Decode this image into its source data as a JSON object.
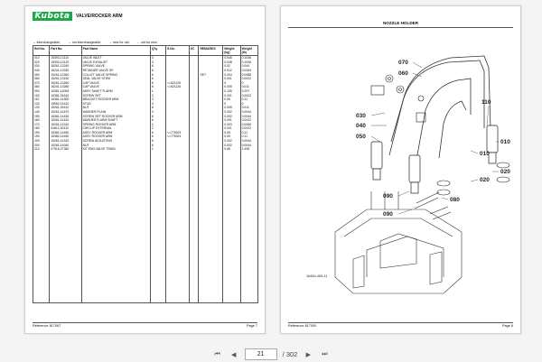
{
  "left_page": {
    "logo": "Kubota",
    "title": "VALVE/ROCKER ARM",
    "legend": [
      "↔ interchangeable,",
      "→ not interchangeable,",
      "→ new for old,",
      "← old for new"
    ],
    "headers": [
      "Ref.No.",
      "Part No.",
      "Part Name",
      "Q'ty",
      "S.No.",
      "I/C",
      "REMARKS",
      "Weight (kg)",
      "Weight (lb)"
    ],
    "rows": [
      [
        "010",
        "15393-13110",
        "VALVE INLET",
        "3",
        "",
        "",
        "",
        "0.046",
        "0.1036"
      ],
      [
        "020",
        "15393-13120",
        "VALVE EXHAUST",
        "3",
        "",
        "",
        "",
        "0.048",
        "0.1036"
      ],
      [
        "030",
        "15261-13240",
        "SPRING VALVE",
        "6",
        "",
        "",
        "",
        "0.02",
        "0.044"
      ],
      [
        "040",
        "16241-13330",
        "RETAINER VALVE SP.",
        "6",
        "",
        "",
        "",
        "0.012",
        "0.0264"
      ],
      [
        "050",
        "15261-13360",
        "COLLET VALVE SPRING",
        "6",
        "",
        "",
        "SET",
        "0.004",
        "0.0088"
      ],
      [
        "060",
        "15261-13150",
        "SEAL VALVE STEM",
        "6",
        "",
        "",
        "",
        "0.001",
        "0.0022"
      ],
      [
        "070",
        "15261-13260",
        "CAP VALVE",
        "6",
        "<=621125",
        "",
        "",
        "0",
        "0"
      ],
      [
        "080",
        "16241-13280",
        "CAP VALVE",
        "6",
        "<=621126",
        "",
        "",
        "0.005",
        "0.011"
      ],
      [
        "090",
        "15381-14053",
        "ASSY SHAFT R-ARM",
        "1",
        "",
        "",
        "",
        "0.135",
        "0.297"
      ],
      [
        "100",
        "15381-91610",
        "SCREW SET",
        "2",
        "",
        "",
        "",
        "0.001",
        "0.0022"
      ],
      [
        "110",
        "15381-14300",
        "BRACKET ROCKER ARM",
        "3",
        "",
        "",
        "",
        "0.05",
        "0.11"
      ],
      [
        "120",
        "15952-14410",
        "STUD",
        "3",
        "",
        "",
        "",
        "0",
        "0"
      ],
      [
        "130",
        "15261-92410",
        "NUT",
        "6",
        "",
        "",
        "",
        "0.005",
        "0.011"
      ],
      [
        "140",
        "15261-14470",
        "WASHER PLAIN",
        "3",
        "",
        "",
        "",
        "0.002",
        "0.0044"
      ],
      [
        "150",
        "15381-14430",
        "SCREW SET ROCKER ARM",
        "6",
        "",
        "",
        "",
        "0.002",
        "0.0044"
      ],
      [
        "160",
        "15261-14410",
        "WASHER R.ARM SHAFT",
        "6",
        "",
        "",
        "",
        "0.001",
        "0.0022"
      ],
      [
        "170",
        "15261-14310",
        "SPRING ROCKER ARM",
        "2",
        "",
        "",
        "",
        "0.003",
        "0.0066"
      ],
      [
        "180",
        "04612-00110",
        "CIRCLIP EXTERNAL",
        "2",
        "",
        "",
        "",
        "0.001",
        "0.0022"
      ],
      [
        "190",
        "15381-14450",
        "ASSY ROCKER ARM",
        "6",
        "<=776923",
        "",
        "",
        "0.05",
        "0.11"
      ],
      [
        "190",
        "15380-14450",
        "ASSY ROCKER ARM",
        "6",
        "<=776924",
        "",
        "",
        "0.05",
        "0.11"
      ],
      [
        "200",
        "15261-14310",
        "SCREW ADJUSTING",
        "6",
        "",
        "",
        "",
        "0.002",
        "0.0044"
      ],
      [
        "200",
        "15261-14340",
        "NUT",
        "6",
        "",
        "",
        "",
        "0.002",
        "0.0044"
      ],
      [
        "210",
        "07916-27360",
        "KIT ENG.VALVE TRAIN",
        "1",
        "",
        "",
        "",
        "0.68",
        "1.496"
      ]
    ],
    "footer_left": "Reference 817067",
    "footer_right": "Page 7"
  },
  "right_page": {
    "title": "NOZZLE HOLDER",
    "callouts": [
      "070",
      "060",
      "110",
      "030",
      "040",
      "050",
      "010",
      "010",
      "020",
      "020",
      "090",
      "090",
      "080"
    ],
    "figure_code": "16454-409-11",
    "footer_left": "Reference 817000",
    "footer_right": "Page 8"
  },
  "toolbar": {
    "current_page": "21",
    "total_pages": "/ 302",
    "icons": [
      "first-page-icon",
      "prev-page-icon",
      "next-page-icon",
      "last-page-icon"
    ]
  }
}
